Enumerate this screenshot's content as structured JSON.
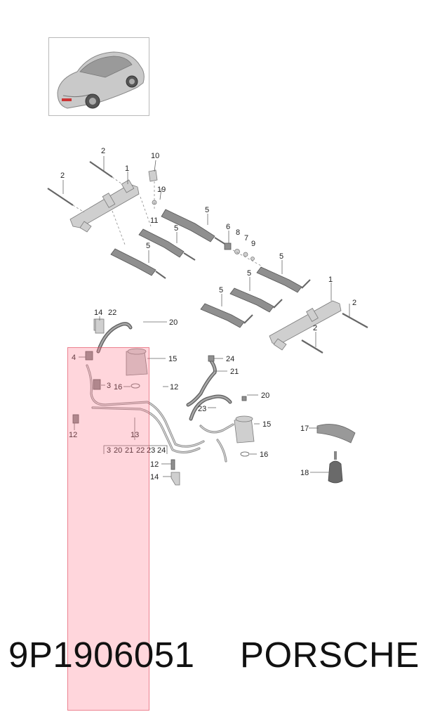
{
  "footer": {
    "part_number": "9P1906051",
    "brand": "PORSCHE"
  },
  "thumbnail": {
    "icon": "car-thumbnail-icon"
  },
  "callouts": [
    {
      "label": "2",
      "key": "c1"
    },
    {
      "label": "1",
      "key": "c2"
    },
    {
      "label": "10",
      "key": "c3"
    },
    {
      "label": "2",
      "key": "c4"
    },
    {
      "label": "19",
      "key": "c5"
    },
    {
      "label": "11",
      "key": "c6"
    },
    {
      "label": "5",
      "key": "c7"
    },
    {
      "label": "5",
      "key": "c8"
    },
    {
      "label": "6",
      "key": "c9"
    },
    {
      "label": "8",
      "key": "c10"
    },
    {
      "label": "7",
      "key": "c11"
    },
    {
      "label": "9",
      "key": "c12"
    },
    {
      "label": "5",
      "key": "c13"
    },
    {
      "label": "5",
      "key": "c14"
    },
    {
      "label": "5",
      "key": "c15"
    },
    {
      "label": "1",
      "key": "c16"
    },
    {
      "label": "5",
      "key": "c17"
    },
    {
      "label": "2",
      "key": "c18"
    },
    {
      "label": "2",
      "key": "c19"
    },
    {
      "label": "14",
      "key": "c20"
    },
    {
      "label": "22",
      "key": "c21"
    },
    {
      "label": "20",
      "key": "c22"
    },
    {
      "label": "4",
      "key": "c23"
    },
    {
      "label": "15",
      "key": "c24"
    },
    {
      "label": "3",
      "key": "c25"
    },
    {
      "label": "16",
      "key": "c26"
    },
    {
      "label": "12",
      "key": "c27"
    },
    {
      "label": "24",
      "key": "c28"
    },
    {
      "label": "21",
      "key": "c29"
    },
    {
      "label": "20",
      "key": "c30"
    },
    {
      "label": "23",
      "key": "c31"
    },
    {
      "label": "15",
      "key": "c32"
    },
    {
      "label": "12",
      "key": "c33"
    },
    {
      "label": "13",
      "key": "c34"
    },
    {
      "label": "16",
      "key": "c35"
    },
    {
      "label": "17",
      "key": "c36"
    },
    {
      "label": "12",
      "key": "c37"
    },
    {
      "label": "14",
      "key": "c38"
    },
    {
      "label": "18",
      "key": "c39"
    }
  ],
  "kit_box": {
    "items": [
      "3",
      "20",
      "21",
      "22",
      "23",
      "24"
    ]
  }
}
